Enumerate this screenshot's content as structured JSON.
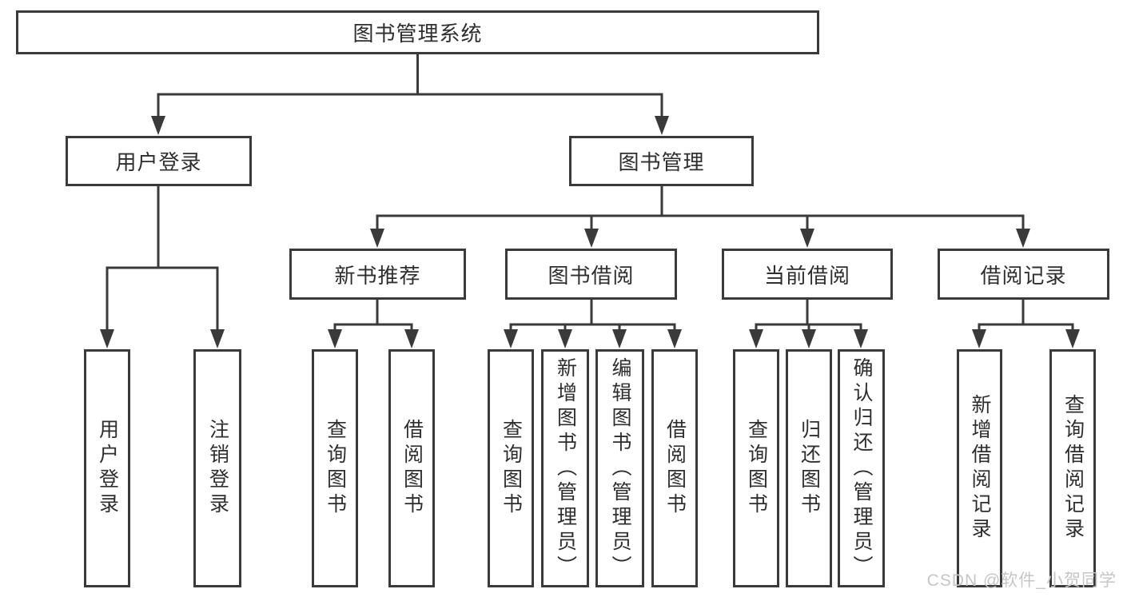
{
  "colors": {
    "line": "#3a3a3a",
    "border": "#3a3a3a",
    "text": "#2e2e2e",
    "background": "#ffffff",
    "watermark": "#c6c6c6"
  },
  "tree": {
    "root": {
      "label": "图书管理系统",
      "children": [
        {
          "label": "用户登录",
          "children": [
            {
              "label": "用户登录"
            },
            {
              "label": "注销登录"
            }
          ]
        },
        {
          "label": "图书管理",
          "children": [
            {
              "label": "新书推荐",
              "children": [
                {
                  "label": "查询图书"
                },
                {
                  "label": "借阅图书"
                }
              ]
            },
            {
              "label": "图书借阅",
              "children": [
                {
                  "label": "查询图书"
                },
                {
                  "label": "新增图书（管理员）"
                },
                {
                  "label": "编辑图书（管理员）"
                },
                {
                  "label": "借阅图书"
                }
              ]
            },
            {
              "label": "当前借阅",
              "children": [
                {
                  "label": "查询图书"
                },
                {
                  "label": "归还图书"
                },
                {
                  "label": "确认归还（管理员）"
                }
              ]
            },
            {
              "label": "借阅记录",
              "children": [
                {
                  "label": "新增借阅记录"
                },
                {
                  "label": "查询借阅记录"
                }
              ]
            }
          ]
        }
      ]
    }
  },
  "watermark": {
    "text": "CSDN @软件_小贺同学"
  }
}
